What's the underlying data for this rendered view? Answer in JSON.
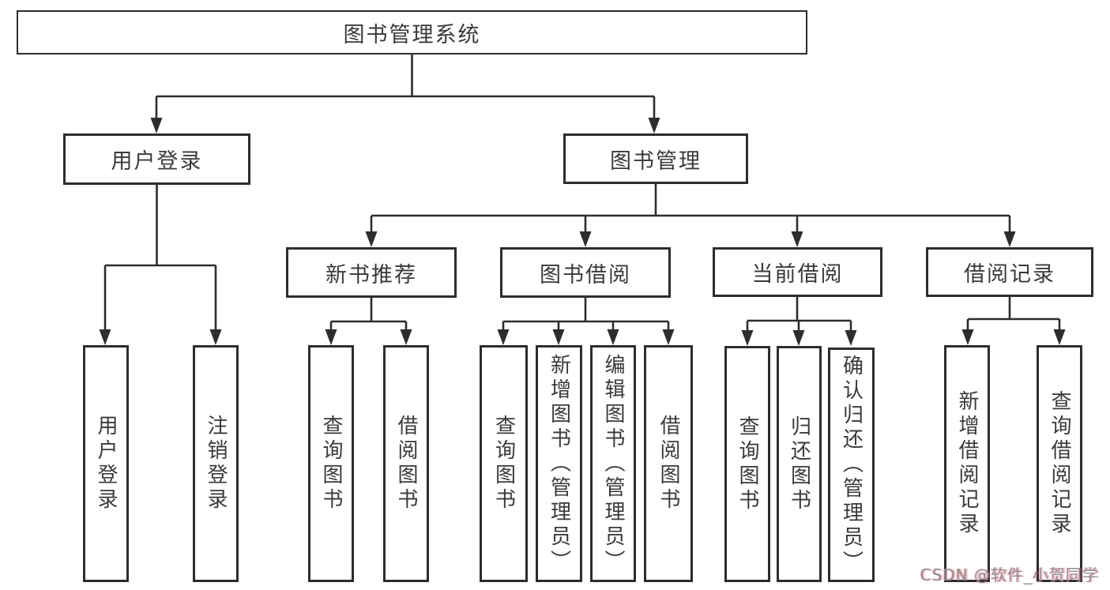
{
  "tree": {
    "root": "图书管理系统",
    "branches": [
      {
        "label": "用户登录",
        "children": [
          {
            "label": "用户登录"
          },
          {
            "label": "注销登录"
          }
        ]
      },
      {
        "label": "图书管理",
        "children": [
          {
            "label": "新书推荐",
            "children": [
              {
                "label": "查询图书"
              },
              {
                "label": "借阅图书"
              }
            ]
          },
          {
            "label": "图书借阅",
            "children": [
              {
                "label": "查询图书"
              },
              {
                "label": "新增图书（管理员）"
              },
              {
                "label": "编辑图书（管理员）"
              },
              {
                "label": "借阅图书"
              }
            ]
          },
          {
            "label": "当前借阅",
            "children": [
              {
                "label": "查询图书"
              },
              {
                "label": "归还图书"
              },
              {
                "label": "确认归还（管理员）"
              }
            ]
          },
          {
            "label": "借阅记录",
            "children": [
              {
                "label": "新增借阅记录"
              },
              {
                "label": "查询借阅记录"
              }
            ]
          }
        ]
      }
    ]
  },
  "watermark": {
    "text": "CSDN @软件_小贺同学"
  },
  "colors": {
    "line": "#2d2d2d",
    "text": "#3a3a3a",
    "background": "#ffffff",
    "watermark": "#8f8f8f",
    "watermark_accent": "#eb5a78"
  }
}
